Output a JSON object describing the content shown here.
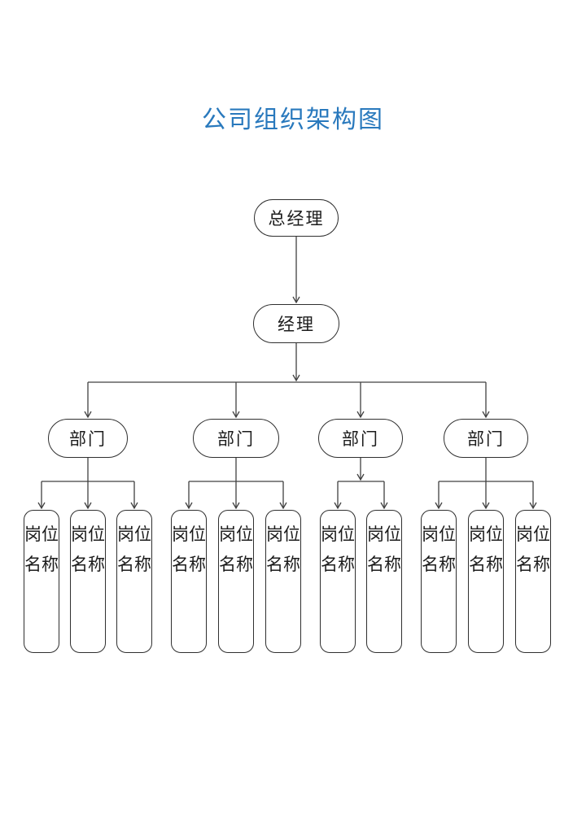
{
  "title": {
    "text": "公司组织架构图",
    "color": "#2979BD"
  },
  "org": {
    "root": {
      "label": "总经理"
    },
    "manager": {
      "label": "经理"
    },
    "departments": [
      {
        "label": "部门",
        "positions": [
          "岗位名称",
          "岗位名称",
          "岗位名称"
        ]
      },
      {
        "label": "部门",
        "positions": [
          "岗位名称",
          "岗位名称",
          "岗位名称"
        ]
      },
      {
        "label": "部门",
        "positions": [
          "岗位名称",
          "岗位名称"
        ]
      },
      {
        "label": "部门",
        "positions": [
          "岗位名称",
          "岗位名称",
          "岗位名称"
        ]
      }
    ]
  },
  "style": {
    "line_color": "#404040",
    "node_border_color": "#2f2f2f",
    "text_color": "#1c1c1c",
    "background": "#ffffff"
  }
}
